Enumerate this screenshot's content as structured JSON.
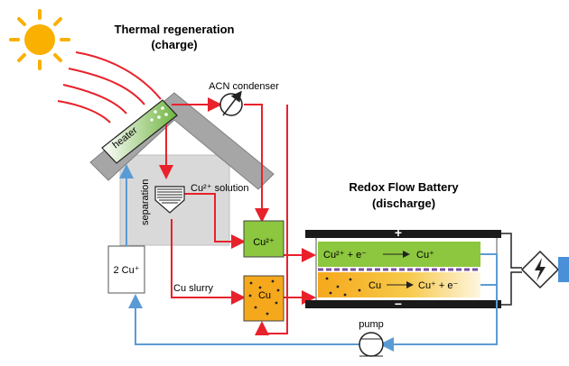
{
  "titles": {
    "thermal_line1": "Thermal regeneration",
    "thermal_line2": "(charge)",
    "rfb_line1": "Redox Flow Battery",
    "rfb_line2": "(discharge)"
  },
  "labels": {
    "heater": "heater",
    "acn_condenser": "ACN condenser",
    "separation": "separation",
    "cu2_solution": "Cu²⁺ solution",
    "cu_slurry": "Cu slurry",
    "two_cu_plus": "2 Cu⁺",
    "cu2_tank": "Cu²⁺",
    "cu_tank": "Cu",
    "pump": "pump",
    "plus_sign": "+",
    "minus_sign": "−",
    "top_reaction_left": "Cu²⁺ + e⁻",
    "top_reaction_right": "Cu⁺",
    "bottom_reaction_left": "Cu",
    "bottom_reaction_right": "Cu⁺ + e⁻"
  },
  "colors": {
    "red_line": "#e8212b",
    "blue_line": "#5b9bd5",
    "green": "#8dc63f",
    "orange": "#f5a81c",
    "house_wall": "#d9d9d9",
    "roof": "#a6a6a6",
    "sun": "#f9b000",
    "electrode": "#1a1a1a",
    "membrane": "#7a4fa0"
  },
  "icons": {
    "sun": "sun-icon",
    "condenser": "condenser-icon",
    "pump": "pump-icon",
    "load": "lightning-load-icon"
  }
}
